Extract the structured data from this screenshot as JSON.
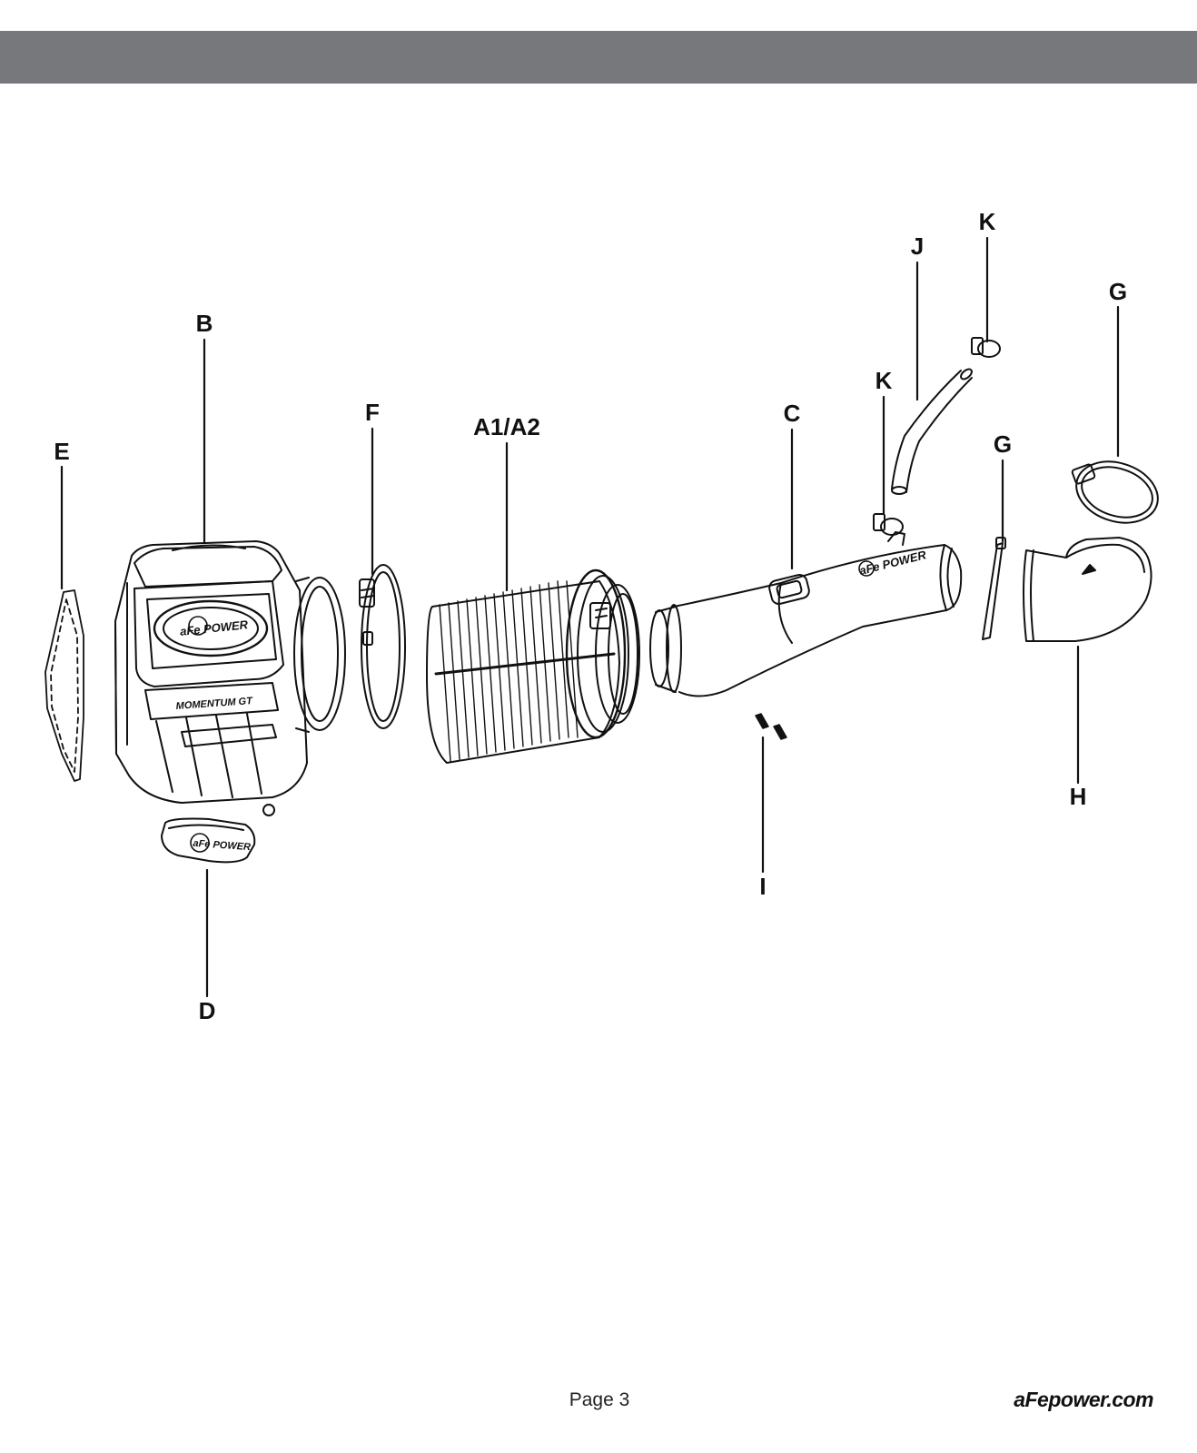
{
  "header": {
    "bar_color": "#77787b"
  },
  "diagram": {
    "callouts": {
      "b": "B",
      "e": "E",
      "f": "F",
      "a": "A1/A2",
      "c": "C",
      "k_top": "K",
      "j": "J",
      "k_mid": "K",
      "g_top": "G",
      "g_mid": "G",
      "h": "H",
      "i": "I",
      "d": "D"
    },
    "logos": {
      "housing": "aFe POWER",
      "tube": "aFe POWER",
      "cover": "aFe POWER",
      "badge": "MOMENTUM GT"
    }
  },
  "footer": {
    "page_label": "Page 3",
    "website": "aFepower.com"
  }
}
